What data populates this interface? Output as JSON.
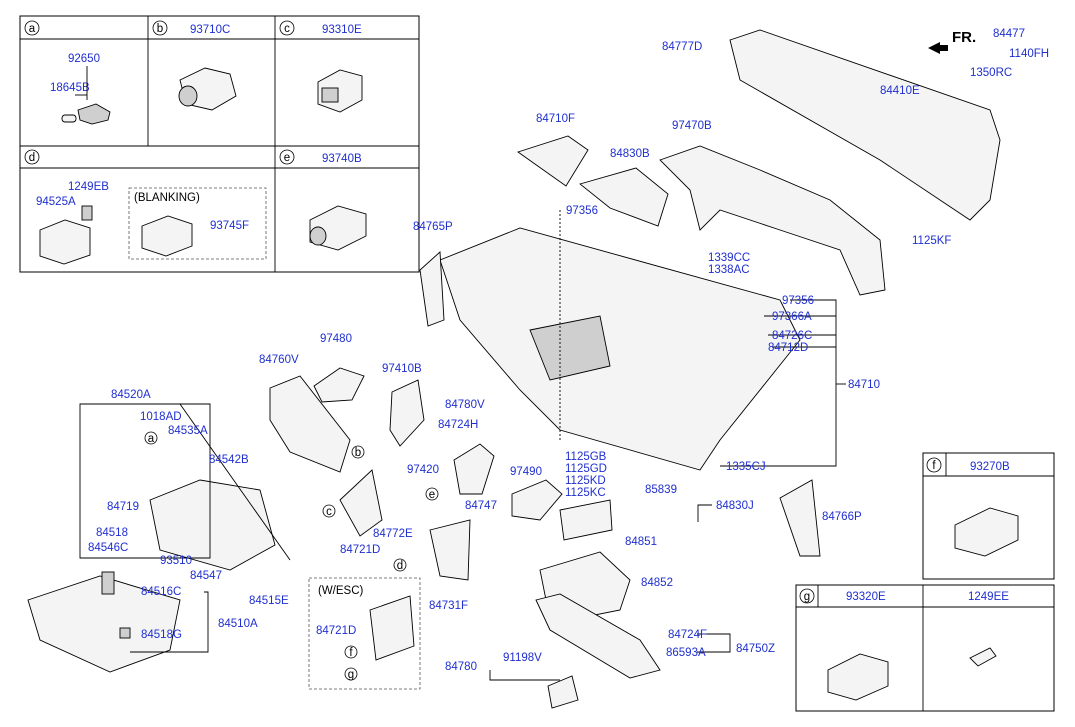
{
  "direction_label": "FR.",
  "inset_boxes": {
    "a": {
      "letter": "a",
      "labels": [
        "92650",
        "18645B"
      ]
    },
    "b": {
      "letter": "b",
      "labels": [
        "93710C"
      ]
    },
    "c": {
      "letter": "c",
      "labels": [
        "93310E"
      ]
    },
    "d": {
      "letter": "d",
      "labels": [
        "1249EB",
        "94525A",
        "93745F"
      ],
      "blanking_label": "(BLANKING)"
    },
    "e": {
      "letter": "e",
      "labels": [
        "93740B"
      ]
    },
    "f": {
      "letter": "f",
      "labels": [
        "93270B"
      ]
    },
    "g": {
      "letter": "g",
      "labels": [
        "93320E",
        "1249EE"
      ]
    }
  },
  "wesc_label": "(W/ESC)",
  "part_labels": [
    "84777D",
    "84477",
    "1140FH",
    "1350RC",
    "84410E",
    "84710F",
    "97470B",
    "84830B",
    "97356",
    "1125KF",
    "84765P",
    "1339CC",
    "1338AC",
    "97356",
    "97366A",
    "84726C",
    "84712D",
    "84710",
    "97480",
    "84760V",
    "97410B",
    "84780V",
    "84724H",
    "1335CJ",
    "84520A",
    "1018AD",
    "84535A",
    "84542B",
    "84719",
    "84518",
    "84546C",
    "93510",
    "84547",
    "84515E",
    "97420",
    "97490",
    "1125GB",
    "1125GD",
    "1125KD",
    "1125KC",
    "85839",
    "84830J",
    "84766P",
    "84747",
    "84772E",
    "84721D",
    "84851",
    "84852",
    "84731F",
    "84516C",
    "84510A",
    "84518G",
    "84721D",
    "84724F",
    "86593A",
    "84750Z",
    "84780",
    "91198V"
  ],
  "callout_letters": [
    "a",
    "b",
    "c",
    "d",
    "e",
    "f",
    "g"
  ]
}
